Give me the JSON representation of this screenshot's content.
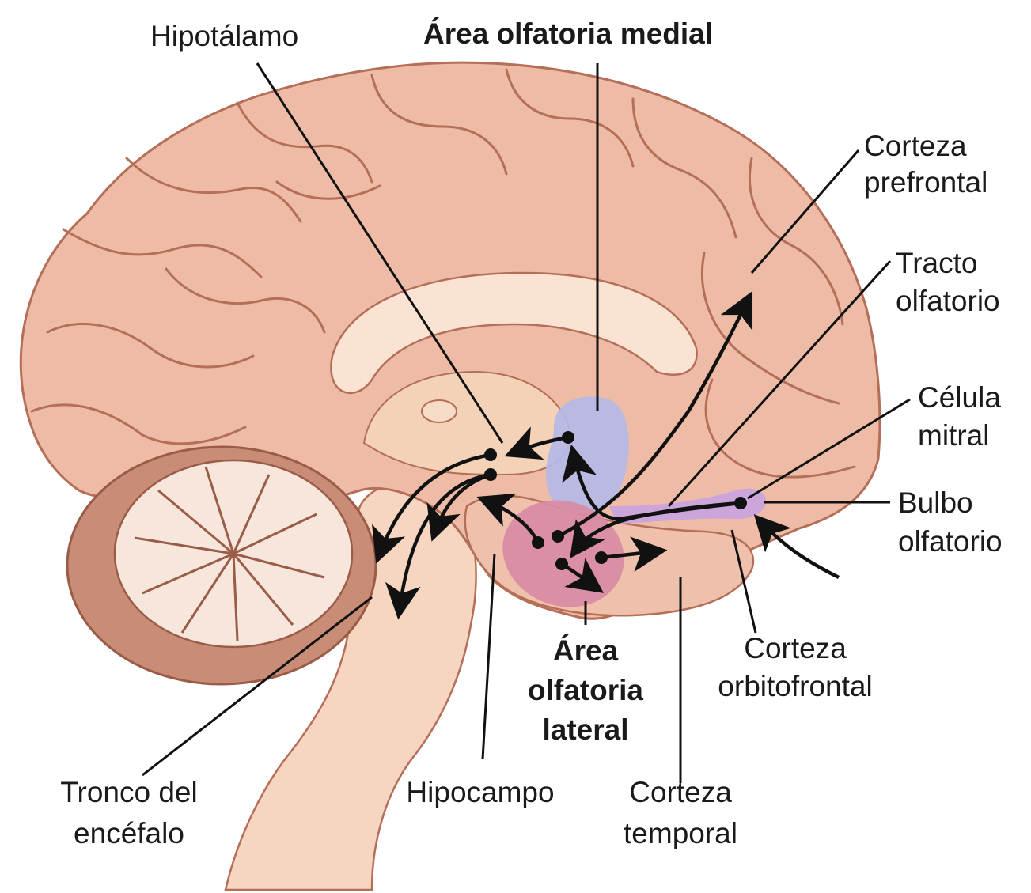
{
  "labels": {
    "hipotalamo": "Hipotálamo",
    "area_medial": "Área olfatoria medial",
    "corteza_prefrontal_1": "Corteza",
    "corteza_prefrontal_2": "prefrontal",
    "tracto_1": "Tracto",
    "tracto_2": "olfatorio",
    "celula_1": "Célula",
    "celula_2": "mitral",
    "bulbo_1": "Bulbo",
    "bulbo_2": "olfatorio",
    "area_lateral_1": "Área",
    "area_lateral_2": "olfatoria",
    "area_lateral_3": "lateral",
    "orbito_1": "Corteza",
    "orbito_2": "orbitofrontal",
    "tronco_1": "Tronco del",
    "tronco_2": "encéfalo",
    "hipocampo": "Hipocampo",
    "temporal_1": "Corteza",
    "temporal_2": "temporal"
  },
  "colors": {
    "cortex": "#eebca6",
    "cortex_outline": "#b56e57",
    "corpus_callosum": "#fbe3d4",
    "brainstem": "#f6d6c1",
    "cerebellum": "#f7e6dc",
    "medial_area": "#b4b8e6",
    "lateral_area": "#d98ba4",
    "olfactory_tract": "#c9a3dc",
    "line": "#111111"
  }
}
